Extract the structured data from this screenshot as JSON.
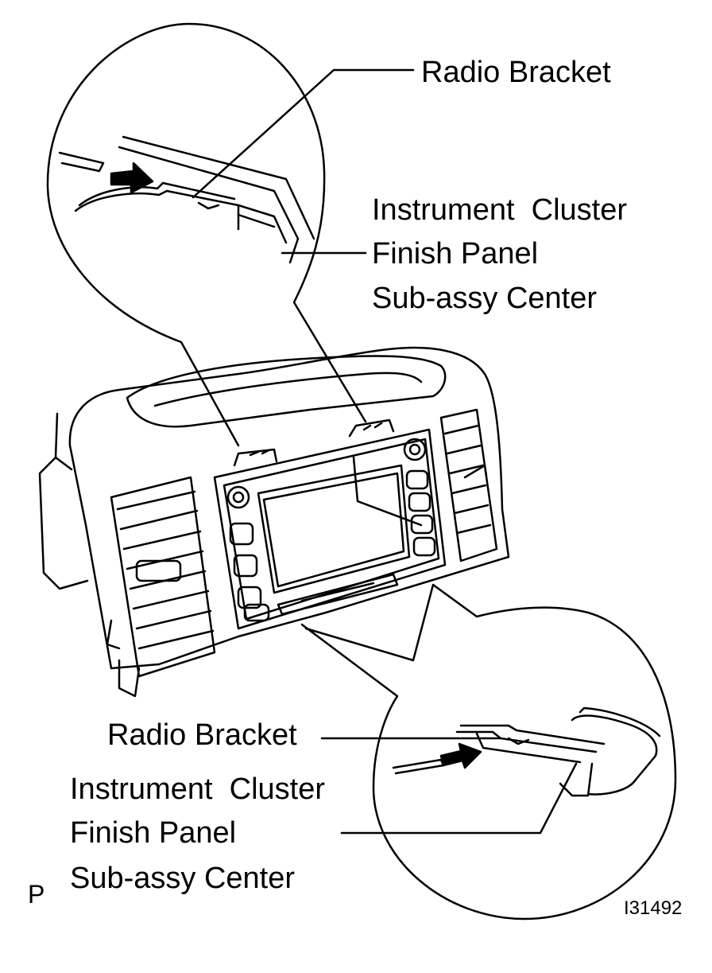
{
  "labels": {
    "top_radio_bracket": "Radio Bracket",
    "top_panel_line1": "Instrument  Cluster",
    "top_panel_line2": "Finish Panel",
    "top_panel_line3": "Sub-assy Center",
    "bottom_radio_bracket": "Radio Bracket",
    "bottom_panel_line1": "Instrument  Cluster",
    "bottom_panel_line2": "Finish Panel",
    "bottom_panel_line3": "Sub-assy Center",
    "corner_mark": "P",
    "figure_code": "I31492"
  },
  "colors": {
    "ink": "#000000",
    "paper": "#ffffff"
  }
}
